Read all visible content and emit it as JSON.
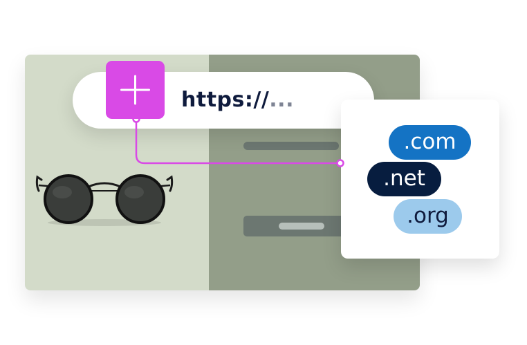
{
  "url_bar": {
    "text": "https://",
    "ellipsis": "..."
  },
  "plus_button": {
    "icon": "plus-icon",
    "color": "#d94ae6"
  },
  "domains": [
    {
      "label": ".com",
      "color": "#1473c4"
    },
    {
      "label": ".net",
      "color": "#071d3f"
    },
    {
      "label": ".org",
      "color": "#9ccaec"
    }
  ],
  "product_image": {
    "icon": "sunglasses-icon"
  },
  "colors": {
    "site_left_bg": "#d3dbc9",
    "site_right_bg": "#939e89",
    "placeholder": "#6c7771",
    "connector": "#d94ae6",
    "url_text": "#0f1b3d"
  }
}
